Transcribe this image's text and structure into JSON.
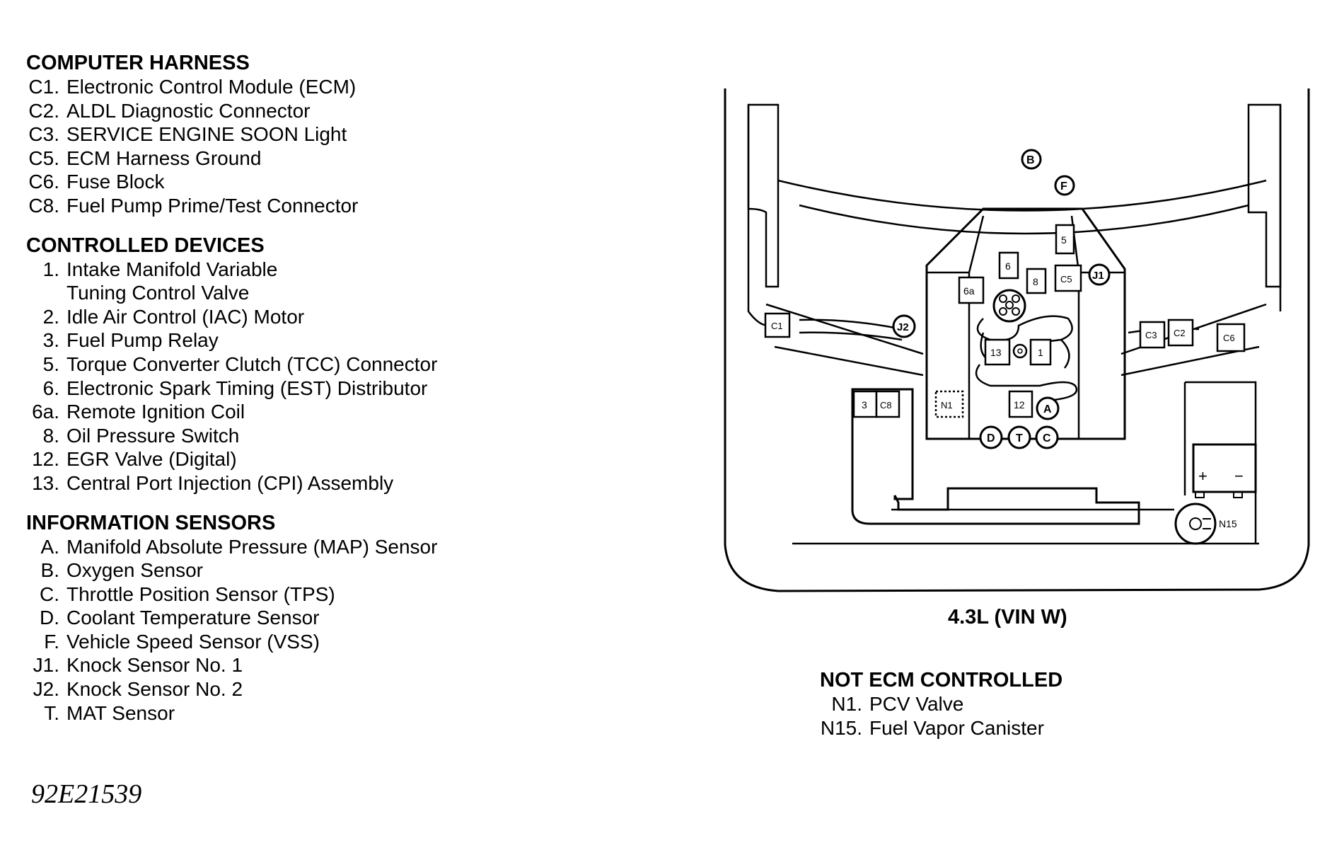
{
  "groups": [
    {
      "heading": "COMPUTER HARNESS",
      "items": [
        {
          "key": "C1.",
          "text": "Electronic Control Module (ECM)"
        },
        {
          "key": "C2.",
          "text": "ALDL Diagnostic Connector"
        },
        {
          "key": "C3.",
          "text": "SERVICE ENGINE SOON Light"
        },
        {
          "key": "C5.",
          "text": "ECM Harness Ground"
        },
        {
          "key": "C6.",
          "text": "Fuse Block"
        },
        {
          "key": "C8.",
          "text": "Fuel Pump Prime/Test Connector"
        }
      ]
    },
    {
      "heading": "CONTROLLED DEVICES",
      "items": [
        {
          "key": "1.",
          "text": "Intake Manifold Variable"
        },
        {
          "key": "",
          "text": "Tuning Control Valve"
        },
        {
          "key": "2.",
          "text": "Idle Air Control (IAC) Motor"
        },
        {
          "key": "3.",
          "text": "Fuel Pump Relay"
        },
        {
          "key": "5.",
          "text": "Torque Converter Clutch (TCC) Connector"
        },
        {
          "key": "6.",
          "text": "Electronic Spark Timing (EST) Distributor"
        },
        {
          "key": "6a.",
          "text": "Remote Ignition Coil"
        },
        {
          "key": "8.",
          "text": "Oil Pressure Switch"
        },
        {
          "key": "12.",
          "text": "EGR Valve (Digital)"
        },
        {
          "key": "13.",
          "text": "Central Port Injection (CPI) Assembly"
        }
      ]
    },
    {
      "heading": "INFORMATION SENSORS",
      "items": [
        {
          "key": "A.",
          "text": "Manifold Absolute Pressure (MAP) Sensor"
        },
        {
          "key": "B.",
          "text": "Oxygen Sensor"
        },
        {
          "key": "C.",
          "text": "Throttle Position Sensor (TPS)"
        },
        {
          "key": "D.",
          "text": "Coolant Temperature Sensor"
        },
        {
          "key": "F.",
          "text": "Vehicle Speed Sensor (VSS)"
        },
        {
          "key": "J1.",
          "text": "Knock Sensor No. 1"
        },
        {
          "key": "J2.",
          "text": "Knock Sensor No. 2"
        },
        {
          "key": "T.",
          "text": "MAT Sensor"
        }
      ]
    }
  ],
  "not_ecm": {
    "heading": "NOT ECM CONTROLLED",
    "items": [
      {
        "key": "N1.",
        "text": "PCV Valve"
      },
      {
        "key": "N15.",
        "text": "Fuel Vapor Canister"
      }
    ]
  },
  "caption": "4.3L (VIN W)",
  "figure_id": "92E21539",
  "callouts": {
    "c1": "C1",
    "c2": "C2",
    "c3": "C3",
    "c5": "C5",
    "c6": "C6",
    "c8": "C8",
    "n1": "N1",
    "n15": "N15",
    "n3": "3",
    "n5": "5",
    "n6": "6",
    "n6a": "6a",
    "n8": "8",
    "n12": "12",
    "n13": "13",
    "n1b": "1",
    "a": "A",
    "b": "B",
    "c": "C",
    "d": "D",
    "f": "F",
    "t": "T",
    "j1": "J1",
    "j2": "J2",
    "plus": "+",
    "minus": "−"
  }
}
